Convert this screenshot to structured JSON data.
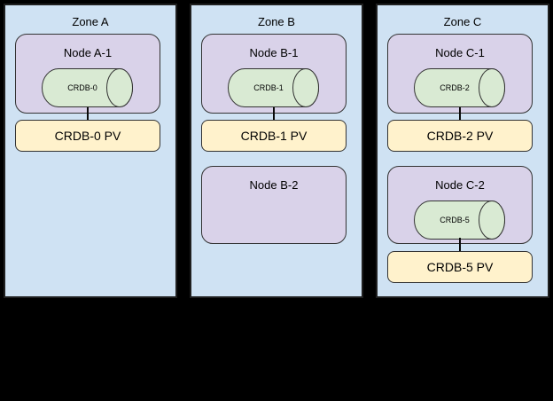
{
  "colors": {
    "zone_fill": "#cfe2f3",
    "node_fill": "#d9d2e9",
    "db_fill": "#d9ead3",
    "pv_fill": "#fff2cc",
    "zone_border": "#1f1f1f",
    "shape_border": "#333333",
    "background": "#000000"
  },
  "zones": [
    {
      "label": "Zone A",
      "nodes": [
        {
          "label": "Node A-1",
          "db_label": "CRDB-0",
          "pv_label": "CRDB-0 PV"
        }
      ]
    },
    {
      "label": "Zone B",
      "nodes": [
        {
          "label": "Node B-1",
          "db_label": "CRDB-1",
          "pv_label": "CRDB-1 PV"
        },
        {
          "label": "Node B-2"
        }
      ]
    },
    {
      "label": "Zone C",
      "nodes": [
        {
          "label": "Node C-1",
          "db_label": "CRDB-2",
          "pv_label": "CRDB-2 PV"
        },
        {
          "label": "Node C-2",
          "db_label": "CRDB-5",
          "pv_label": "CRDB-5 PV"
        }
      ]
    }
  ]
}
